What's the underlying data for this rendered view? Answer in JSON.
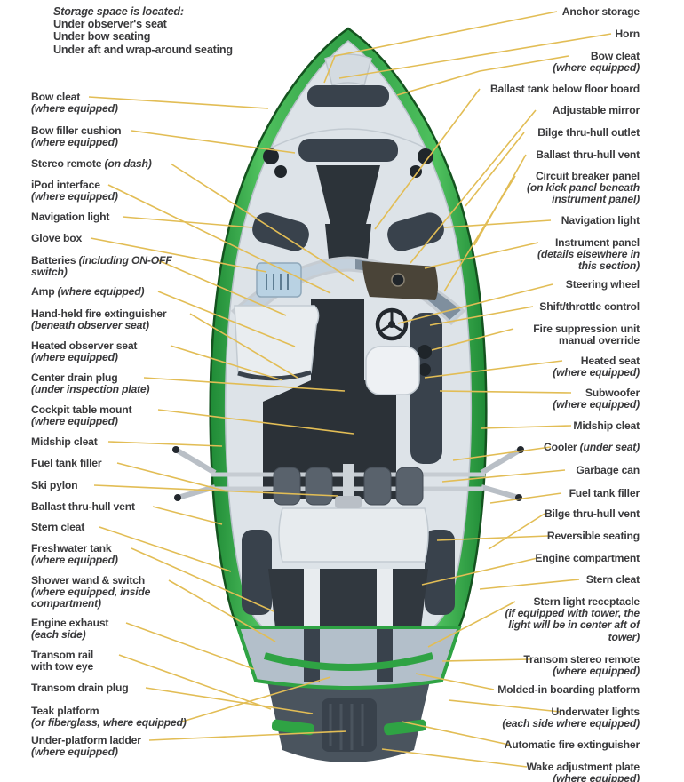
{
  "note": {
    "header": "Storage space is located:",
    "lines": [
      "Under observer's seat",
      "Under bow seating",
      "Under aft and wrap-around seating"
    ]
  },
  "left_labels": [
    {
      "main": "Bow cleat",
      "sub": "(where equipped)"
    },
    {
      "main": "Bow filler cushion",
      "sub": "(where equipped)"
    },
    {
      "main": "Stereo remote",
      "sub": "(on dash)"
    },
    {
      "main": "iPod interface",
      "sub": "(where equipped)"
    },
    {
      "main": "Navigation light"
    },
    {
      "main": "Glove box"
    },
    {
      "main": "Batteries",
      "sub": "(including ON-OFF switch)"
    },
    {
      "main": "Amp",
      "sub": "(where equipped)"
    },
    {
      "main": "Hand-held fire extinguisher",
      "sub": "(beneath observer seat)"
    },
    {
      "main": "Heated observer seat",
      "sub": "(where equipped)"
    },
    {
      "main": "Center drain plug",
      "sub": "(under inspection plate)"
    },
    {
      "main": "Cockpit table mount",
      "sub": "(where equipped)"
    },
    {
      "main": "Midship cleat"
    },
    {
      "main": "Fuel tank filler"
    },
    {
      "main": "Ski pylon"
    },
    {
      "main": "Ballast thru-hull vent"
    },
    {
      "main": "Stern cleat"
    },
    {
      "main": "Freshwater tank",
      "sub": "(where equipped)"
    },
    {
      "main": "Shower wand & switch",
      "sub": "(where equipped, inside compartment)"
    },
    {
      "main": "Engine exhaust",
      "sub": "(each side)"
    },
    {
      "main": "Transom rail with tow eye"
    },
    {
      "main": "Transom drain plug"
    },
    {
      "main": "Teak platform",
      "sub": "(or fiberglass, where equipped)"
    },
    {
      "main": "Under-platform ladder",
      "sub": "(where equipped)"
    }
  ],
  "right_labels": [
    {
      "main": "Anchor storage"
    },
    {
      "main": "Horn"
    },
    {
      "main": "Bow cleat",
      "sub": "(where equipped)"
    },
    {
      "main": "Ballast tank below floor board"
    },
    {
      "main": "Adjustable mirror"
    },
    {
      "main": "Bilge thru-hull outlet"
    },
    {
      "main": "Ballast thru-hull vent"
    },
    {
      "main": "Circuit breaker panel",
      "sub": "(on kick panel beneath instrument panel)"
    },
    {
      "main": "Navigation light"
    },
    {
      "main": "Instrument panel",
      "sub": "(details elsewhere in this section)"
    },
    {
      "main": "Steering wheel"
    },
    {
      "main": "Shift/throttle control"
    },
    {
      "main": "Fire suppression unit manual override"
    },
    {
      "main": "Heated seat",
      "sub": "(where equipped)"
    },
    {
      "main": "Subwoofer",
      "sub": "(where equipped)"
    },
    {
      "main": "Midship cleat"
    },
    {
      "main": "Cooler",
      "sub": "(under seat)"
    },
    {
      "main": "Garbage can"
    },
    {
      "main": "Fuel tank filler"
    },
    {
      "main": "Bilge thru-hull vent"
    },
    {
      "main": "Reversible seating"
    },
    {
      "main": "Engine compartment"
    },
    {
      "main": "Stern cleat"
    },
    {
      "main": "Stern light receptacle",
      "sub": "(if equipped with tower, the light will be in center aft of tower)"
    },
    {
      "main": "Transom stereo remote",
      "sub": "(where equipped)"
    },
    {
      "main": "Molded-in boarding platform"
    },
    {
      "main": "Underwater lights",
      "sub": "(each side where equipped)"
    },
    {
      "main": "Automatic fire extinguisher"
    },
    {
      "main": "Wake adjustment plate",
      "sub": "(where equipped)"
    }
  ],
  "colors": {
    "text": "#3a3a3c",
    "leader_line": "#e2bd55",
    "hull_green": "#2f9e45",
    "hull_green_light": "#4fc15e",
    "hull_green_dark": "#14531f",
    "deck": "#dde3e8",
    "cushion_dark": "#39424c",
    "floor_dark": "#2b3137",
    "platform_gray": "#b3bfca",
    "transom_gray": "#4a545e"
  }
}
